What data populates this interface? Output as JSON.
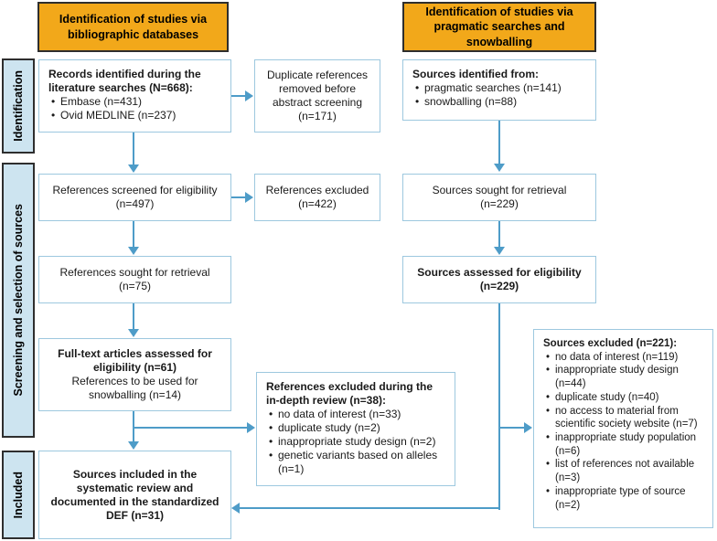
{
  "headers": {
    "left": "Identification of studies via bibliographic databases",
    "right": "Identification of studies via pragmatic searches and snowballing"
  },
  "sidebar": {
    "identification": "Identification",
    "screening": "Screening and selection of sources",
    "included": "Included"
  },
  "boxes": {
    "records_identified": {
      "title": "Records identified during the literature searches (N=668):",
      "items": [
        "Embase (n=431)",
        "Ovid MEDLINE (n=237)"
      ]
    },
    "duplicates_removed": {
      "text": "Duplicate references removed before abstract screening (n=171)"
    },
    "references_screened": {
      "text": "References screened for eligibility (n=497)"
    },
    "references_excluded": {
      "text": "References excluded (n=422)"
    },
    "references_sought": {
      "text": "References sought for retrieval (n=75)"
    },
    "fulltext_assessed": {
      "title": "Full-text articles assessed for eligibility (n=61)",
      "subtitle": "References to be used for snowballing (n=14)"
    },
    "indepth_excluded": {
      "title": "References excluded during the in-depth review (n=38):",
      "items": [
        "no data of interest (n=33)",
        "duplicate study (n=2)",
        "inappropriate study design (n=2)",
        "genetic variants based on alleles (n=1)"
      ]
    },
    "sources_included": {
      "text": "Sources included in the systematic review and documented in the standardized DEF (n=31)"
    },
    "sources_identified": {
      "title": "Sources identified from:",
      "items": [
        "pragmatic searches (n=141)",
        "snowballing (n=88)"
      ]
    },
    "sources_sought": {
      "text": "Sources sought for retrieval (n=229)"
    },
    "sources_assessed": {
      "text": "Sources assessed for eligibility (n=229)"
    },
    "sources_excluded": {
      "title": "Sources excluded (n=221):",
      "items": [
        "no data of interest (n=119)",
        "inappropriate study design (n=44)",
        "duplicate study (n=40)",
        "no access to material from scientific society website (n=7)",
        "inappropriate study population (n=6)",
        "list of references not available (n=3)",
        "inappropriate type of source (n=2)"
      ]
    }
  },
  "colors": {
    "header_orange": "#F2A81A",
    "sidebar_blue": "#CDE4F0",
    "box_border_blue": "#9DC8DF",
    "arrow_blue": "#4E9CC8"
  }
}
